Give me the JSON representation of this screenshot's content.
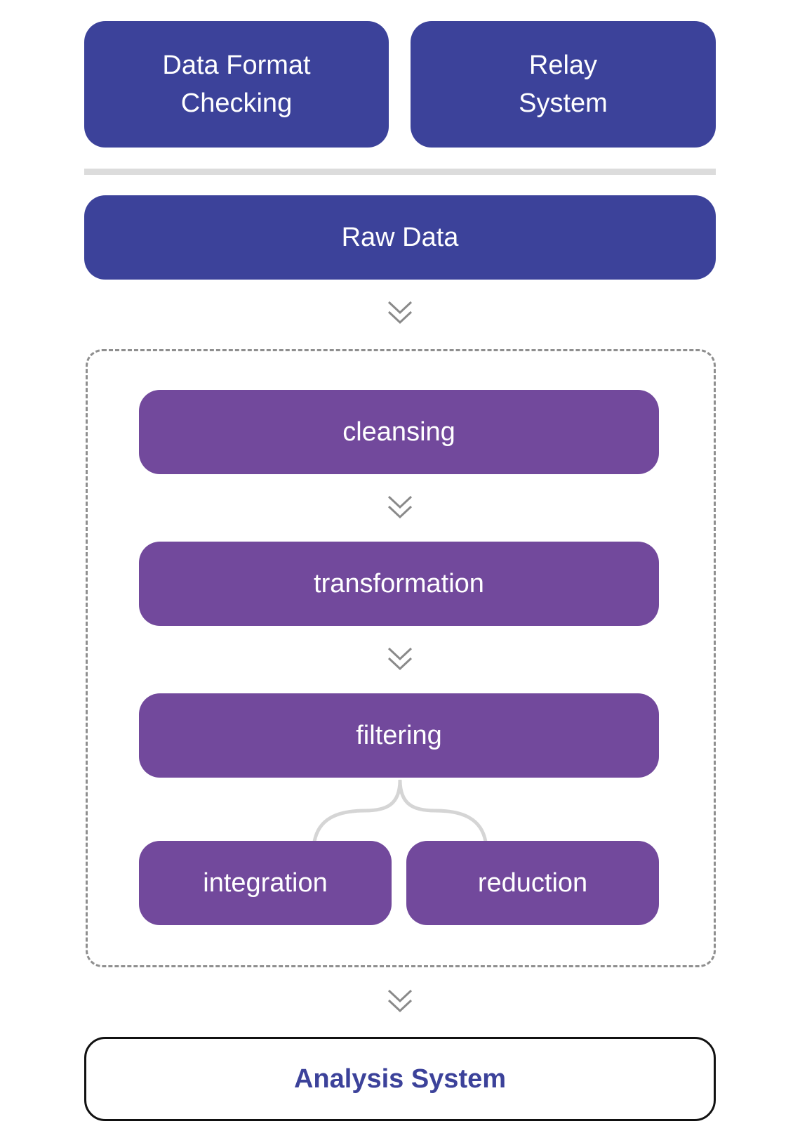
{
  "top_row": {
    "left_label": "Data Format\nChecking",
    "right_label": "Relay\nSystem"
  },
  "raw_data": {
    "label": "Raw Data"
  },
  "process_group": {
    "steps": [
      {
        "label": "cleansing"
      },
      {
        "label": "transformation"
      },
      {
        "label": "filtering"
      }
    ],
    "branches": [
      {
        "label": "integration"
      },
      {
        "label": "reduction"
      }
    ]
  },
  "output": {
    "label": "Analysis System"
  },
  "colors": {
    "navy": "#3c429a",
    "purple": "#72499c",
    "divider": "#dcdcdc",
    "chevron": "#8a8a8a",
    "dashed_border": "#8f8f8f"
  },
  "icons": {
    "flow_arrow": "double-chevron-down-icon",
    "branch_connector": "brace-connector-icon"
  }
}
